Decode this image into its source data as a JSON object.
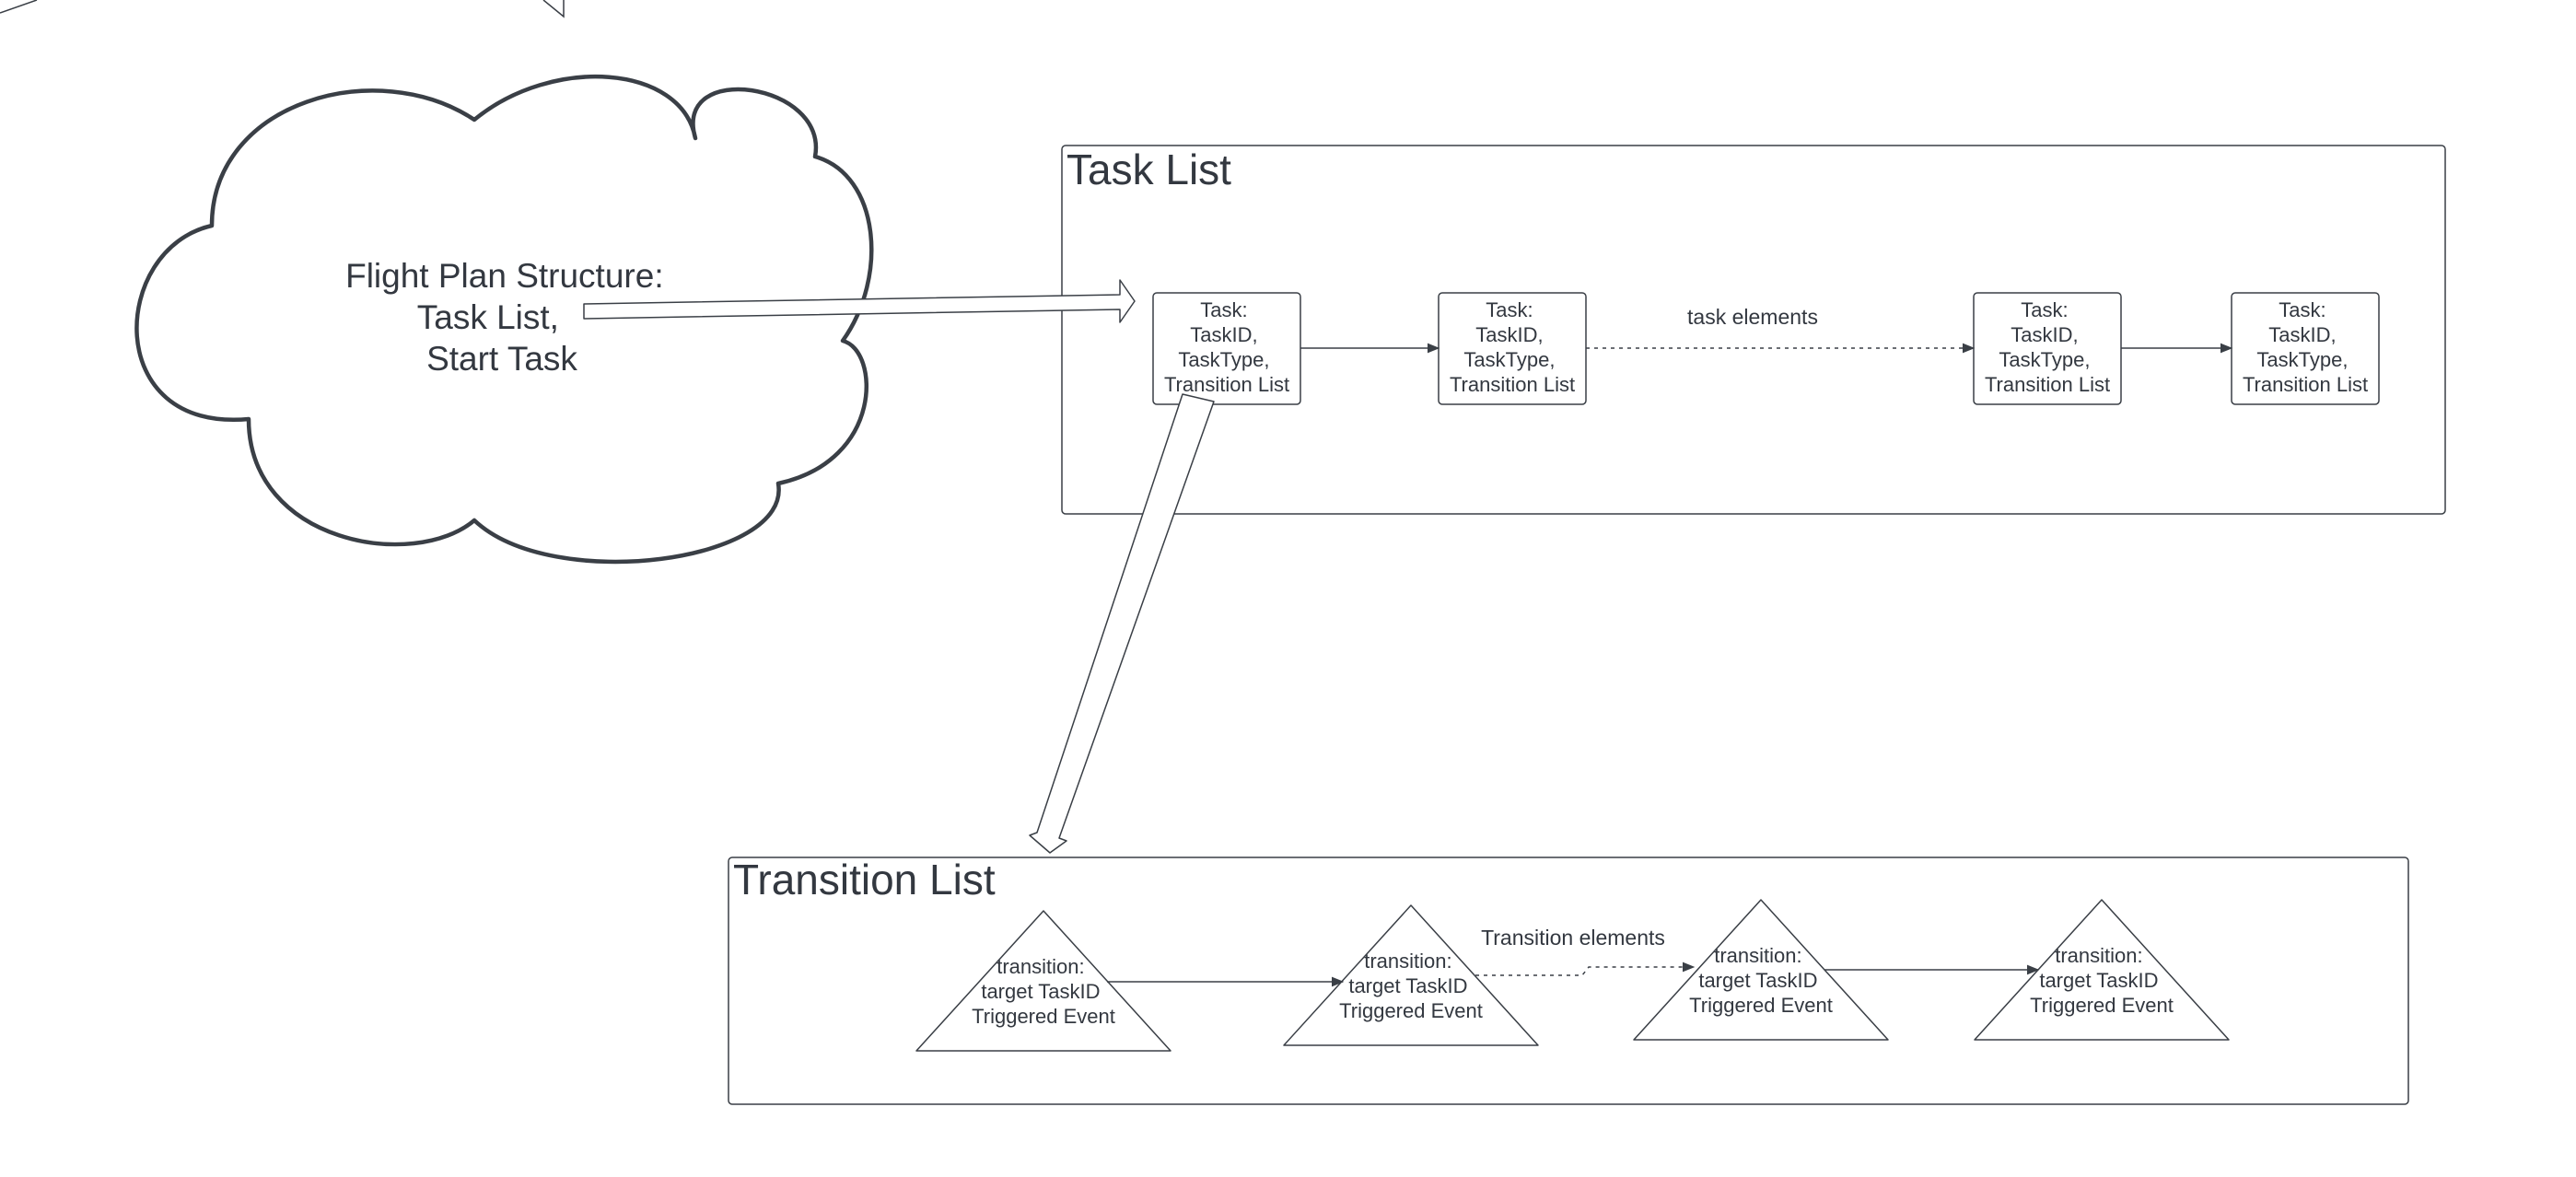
{
  "cloud": {
    "lines": [
      "Flight Plan Structure:",
      "Task List,",
      "Start Task"
    ]
  },
  "task_list": {
    "title": "Task List",
    "tasks": [
      {
        "lines": [
          "Task:",
          "TaskID,",
          "TaskType,",
          "Transition List"
        ]
      },
      {
        "lines": [
          "Task:",
          "TaskID,",
          "TaskType,",
          "Transition List"
        ]
      },
      {
        "lines": [
          "Task:",
          "TaskID,",
          "TaskType,",
          "Transition List"
        ]
      },
      {
        "lines": [
          "Task:",
          "TaskID,",
          "TaskType,",
          "Transition List"
        ]
      }
    ],
    "ellipsis_label": "task elements"
  },
  "transition_list": {
    "title": "Transition List",
    "transitions": [
      {
        "lines": [
          "transition:",
          "target TaskID",
          "Triggered Event"
        ]
      },
      {
        "lines": [
          "transition:",
          "target TaskID",
          "Triggered Event"
        ]
      },
      {
        "lines": [
          "transition:",
          "target TaskID",
          "Triggered Event"
        ]
      },
      {
        "lines": [
          "transition:",
          "target TaskID",
          "Triggered Event"
        ]
      }
    ],
    "ellipsis_label": "Transition elements"
  },
  "colors": {
    "stroke": "#3a3f46",
    "text": "#333840",
    "background": "#ffffff"
  }
}
